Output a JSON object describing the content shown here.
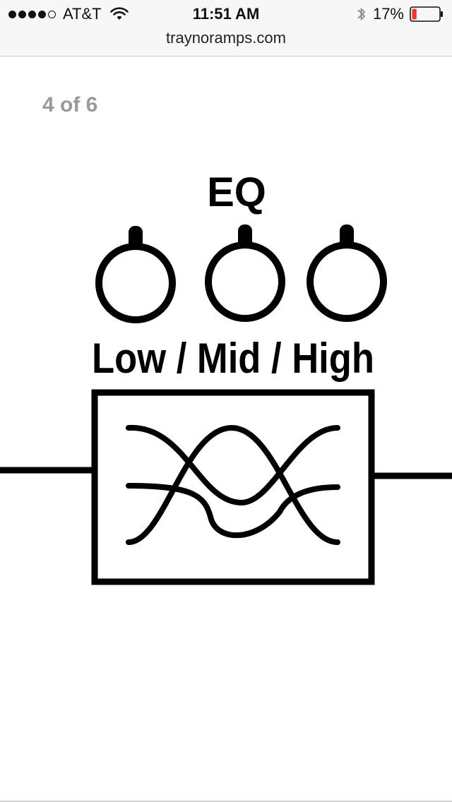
{
  "status_bar": {
    "carrier": "AT&T",
    "time": "11:51 AM",
    "battery_percent": "17%",
    "battery_level": 0.17,
    "battery_color": "#e53935"
  },
  "browser": {
    "url": "traynoramps.com"
  },
  "gallery": {
    "counter": "4 of 6"
  },
  "diagram": {
    "title": "EQ",
    "knobs_label": "Low / Mid / High",
    "knobs": [
      "low-knob",
      "mid-knob",
      "high-knob"
    ]
  }
}
